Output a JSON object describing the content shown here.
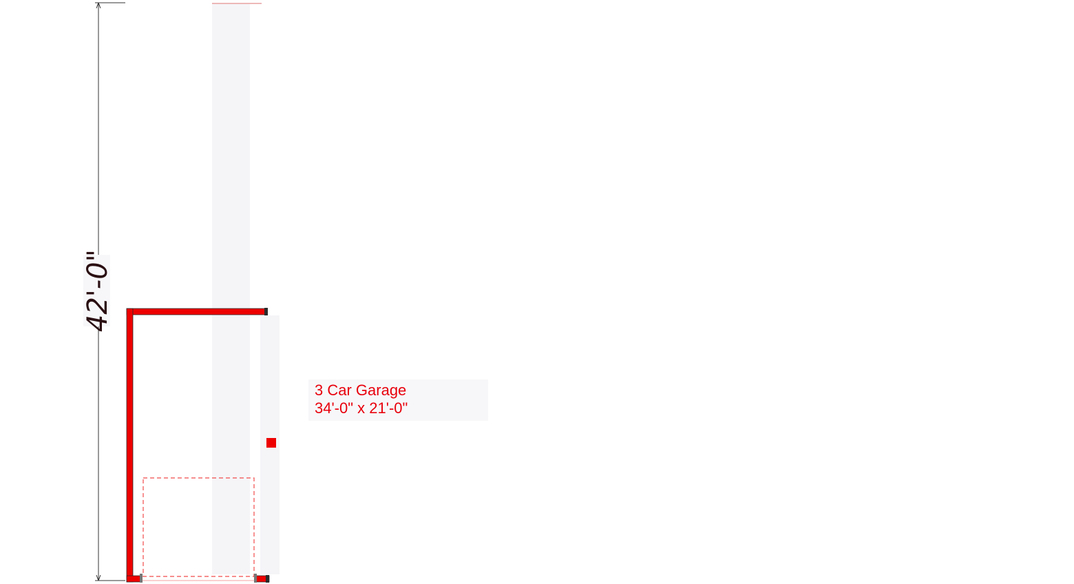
{
  "dimension": {
    "label": "42'-0\""
  },
  "room": {
    "name": "3 Car Garage",
    "size": "34'-0\" x 21'-0\""
  },
  "colors": {
    "wall": "#ee0000",
    "wall_outline": "#2b2b2b",
    "label_text": "#e8000d",
    "shaded_band": "#f5f5f8",
    "dimension_line": "#333333",
    "dashed_outline": "#f24a4a"
  }
}
